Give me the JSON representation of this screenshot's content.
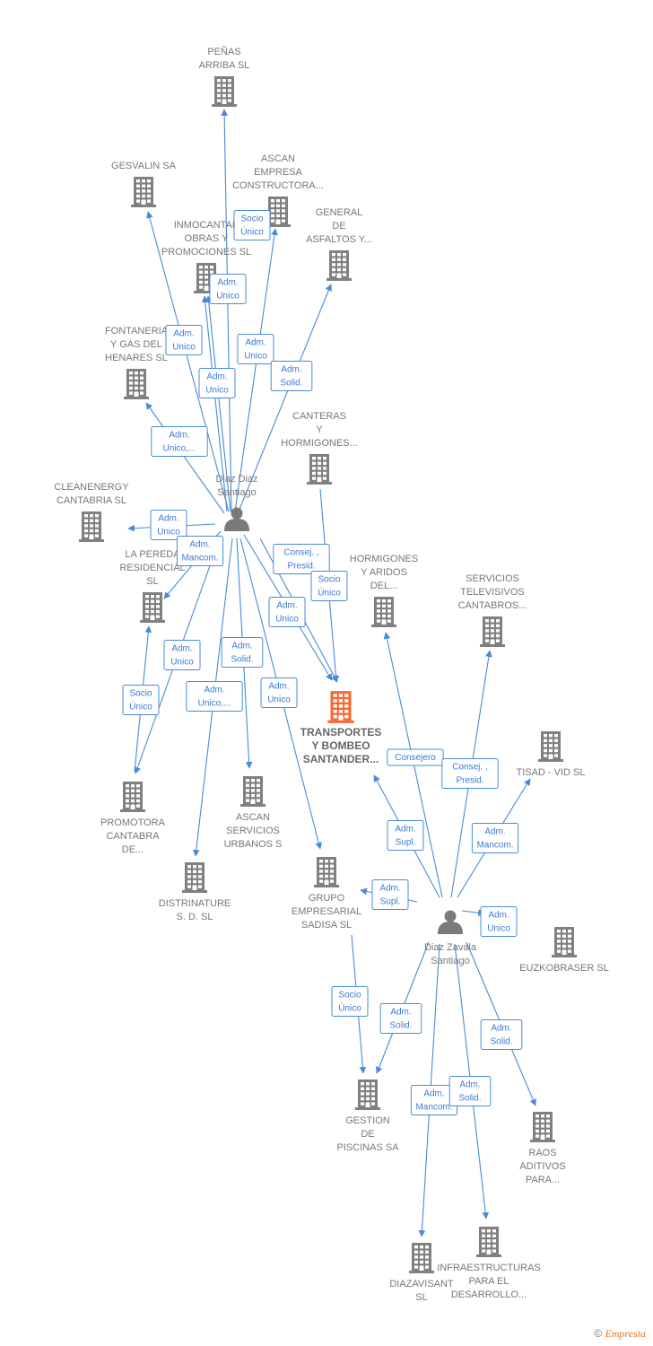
{
  "colors": {
    "edge": "#4a8ad8",
    "company": "#808080",
    "focus": "#f26a35",
    "person": "#7a7a7a",
    "box_border": "#4a8ad8",
    "box_text": "#3a7bd5"
  },
  "nodes": [
    {
      "id": "penas",
      "type": "company",
      "icon": "building-icon",
      "label": [
        "PEÑAS",
        "ARRIBA SL"
      ]
    },
    {
      "id": "gesvalin",
      "type": "company",
      "icon": "building-icon",
      "label": [
        "GESVALIN SA"
      ]
    },
    {
      "id": "ascan_emp",
      "type": "company",
      "icon": "building-icon",
      "label": [
        "ASCAN",
        "EMPRESA",
        "CONSTRUCTORA..."
      ]
    },
    {
      "id": "inmocantab",
      "type": "company",
      "icon": "building-icon",
      "label": [
        "INMOCANTAB",
        "OBRAS Y",
        "PROMOCIONES SL"
      ]
    },
    {
      "id": "general_asf",
      "type": "company",
      "icon": "building-icon",
      "label": [
        "GENERAL",
        "DE",
        "ASFALTOS Y..."
      ]
    },
    {
      "id": "fontaneria",
      "type": "company",
      "icon": "building-icon",
      "label": [
        "FONTANERIA",
        "Y GAS DEL",
        "HENARES  SL"
      ]
    },
    {
      "id": "canteras",
      "type": "company",
      "icon": "building-icon",
      "label": [
        "CANTERAS",
        "Y",
        "HORMIGONES..."
      ]
    },
    {
      "id": "cleanenergy",
      "type": "company",
      "icon": "building-icon",
      "label": [
        "CLEANENERGY",
        "CANTABRIA SL"
      ]
    },
    {
      "id": "pereda",
      "type": "company",
      "icon": "building-icon",
      "label": [
        "LA PEREDA",
        "RESIDENCIAL",
        "SL"
      ]
    },
    {
      "id": "hormigones_ar",
      "type": "company",
      "icon": "building-icon",
      "label": [
        "HORMIGONES",
        "Y ARIDOS",
        "DEL..."
      ]
    },
    {
      "id": "servicios_tv",
      "type": "company",
      "icon": "building-icon",
      "label": [
        "SERVICIOS",
        "TELEVISIVOS",
        "CANTABROS..."
      ]
    },
    {
      "id": "transportes",
      "type": "focus",
      "icon": "building-icon",
      "label": [
        "TRANSPORTES",
        "Y BOMBEO",
        "SANTANDER..."
      ]
    },
    {
      "id": "tisad",
      "type": "company",
      "icon": "building-icon",
      "label": [
        "TISAD -  VID SL"
      ]
    },
    {
      "id": "promotora",
      "type": "company",
      "icon": "building-icon",
      "label": [
        "PROMOTORA",
        "CANTABRA",
        "DE..."
      ]
    },
    {
      "id": "ascan_serv",
      "type": "company",
      "icon": "building-icon",
      "label": [
        "ASCAN",
        "SERVICIOS",
        "URBANOS  S"
      ]
    },
    {
      "id": "distrinature",
      "type": "company",
      "icon": "building-icon",
      "label": [
        "DISTRINATURE",
        "S. D.  SL"
      ]
    },
    {
      "id": "grupo_sadisa",
      "type": "company",
      "icon": "building-icon",
      "label": [
        "GRUPO",
        "EMPRESARIAL",
        "SADISA SL"
      ]
    },
    {
      "id": "euzkobraser",
      "type": "company",
      "icon": "building-icon",
      "label": [
        "EUZKOBRASER SL"
      ]
    },
    {
      "id": "gestion_pisc",
      "type": "company",
      "icon": "building-icon",
      "label": [
        "GESTION",
        "DE",
        "PISCINAS SA"
      ]
    },
    {
      "id": "raos",
      "type": "company",
      "icon": "building-icon",
      "label": [
        "RAOS",
        "ADITIVOS",
        "PARA..."
      ]
    },
    {
      "id": "diazavisant",
      "type": "company",
      "icon": "building-icon",
      "label": [
        "DIAZAVISANT",
        "SL"
      ]
    },
    {
      "id": "infraestr",
      "type": "company",
      "icon": "building-icon",
      "label": [
        "INFRAESTRUCTURAS",
        "PARA EL",
        "DESARROLLO..."
      ]
    },
    {
      "id": "diaz_diaz",
      "type": "person",
      "icon": "person-icon",
      "label": [
        "Diaz Diaz",
        "Santiago"
      ]
    },
    {
      "id": "diaz_zavala",
      "type": "person",
      "icon": "person-icon",
      "label": [
        "Diaz Zavala",
        "Santiago"
      ]
    }
  ],
  "edges": [
    {
      "from": "diaz_diaz",
      "to": "penas",
      "rel": [
        "Socio",
        "Único"
      ]
    },
    {
      "from": "diaz_diaz",
      "to": "gesvalin",
      "rel": [
        "Adm.",
        "Unico"
      ]
    },
    {
      "from": "diaz_diaz",
      "to": "ascan_emp",
      "rel": [
        "Adm.",
        "Unico"
      ]
    },
    {
      "from": "diaz_diaz",
      "to": "inmocantab",
      "rel": [
        "Adm.",
        "Unico"
      ]
    },
    {
      "from": "diaz_diaz",
      "to": "inmocantab",
      "rel": [
        "Adm.",
        "Unico"
      ]
    },
    {
      "from": "diaz_diaz",
      "to": "general_asf",
      "rel": [
        "Adm.",
        "Solid."
      ]
    },
    {
      "from": "diaz_diaz",
      "to": "fontaneria",
      "rel": [
        "Adm.",
        "Unico,..."
      ]
    },
    {
      "from": "diaz_diaz",
      "to": "cleanenergy",
      "rel": [
        "Adm.",
        "Unico"
      ]
    },
    {
      "from": "diaz_diaz",
      "to": "pereda",
      "rel": [
        "Adm.",
        "Mancom."
      ]
    },
    {
      "from": "diaz_diaz",
      "to": "transportes",
      "rel": [
        "Consej. ,",
        "Presid."
      ]
    },
    {
      "from": "diaz_diaz",
      "to": "transportes",
      "rel": [
        "Adm.",
        "Unico"
      ]
    },
    {
      "from": "diaz_diaz",
      "to": "promotora",
      "rel": [
        "Adm.",
        "Unico"
      ]
    },
    {
      "from": "promotora",
      "to": "pereda",
      "rel": [
        "Socio",
        "Único"
      ]
    },
    {
      "from": "diaz_diaz",
      "to": "ascan_serv",
      "rel": [
        "Adm.",
        "Solid."
      ]
    },
    {
      "from": "diaz_diaz",
      "to": "distrinature",
      "rel": [
        "Adm.",
        "Unico,..."
      ]
    },
    {
      "from": "diaz_diaz",
      "to": "grupo_sadisa",
      "rel": [
        "Adm.",
        "Unico"
      ]
    },
    {
      "from": "canteras",
      "to": "transportes",
      "rel": [
        "Socio",
        "Único"
      ]
    },
    {
      "from": "diaz_zavala",
      "to": "hormigones_ar",
      "rel": [
        "Consejero"
      ]
    },
    {
      "from": "diaz_zavala",
      "to": "servicios_tv",
      "rel": [
        "Consej. ,",
        "Presid."
      ]
    },
    {
      "from": "diaz_zavala",
      "to": "transportes",
      "rel": [
        "Adm.",
        "Supl."
      ]
    },
    {
      "from": "diaz_zavala",
      "to": "tisad",
      "rel": [
        "Adm.",
        "Mancom."
      ]
    },
    {
      "from": "diaz_zavala",
      "to": "grupo_sadisa",
      "rel": [
        "Adm.",
        "Supl."
      ]
    },
    {
      "from": "diaz_zavala",
      "to": "euzkobraser",
      "rel": [
        "Adm.",
        "Unico"
      ]
    },
    {
      "from": "grupo_sadisa",
      "to": "gestion_pisc",
      "rel": [
        "Socio",
        "Único"
      ]
    },
    {
      "from": "diaz_zavala",
      "to": "gestion_pisc",
      "rel": [
        "Adm.",
        "Solid."
      ]
    },
    {
      "from": "diaz_zavala",
      "to": "raos",
      "rel": [
        "Adm.",
        "Solid."
      ]
    },
    {
      "from": "diaz_zavala",
      "to": "diazavisant",
      "rel": [
        "Adm.",
        "Mancom."
      ]
    },
    {
      "from": "diaz_zavala",
      "to": "infraestr",
      "rel": [
        "Adm.",
        "Solid."
      ]
    }
  ],
  "footer": {
    "copyright": "©",
    "brand": "Empresia"
  }
}
